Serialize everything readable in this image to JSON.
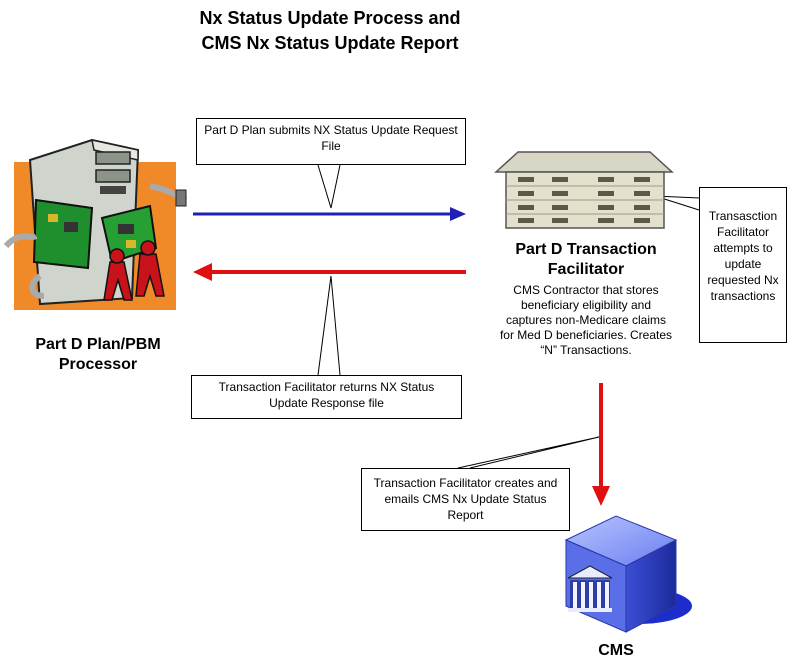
{
  "title": {
    "line1": "Nx Status Update Process and",
    "line2": "CMS Nx Status Update Report"
  },
  "nodes": {
    "plan": {
      "label_line1": "Part D Plan/PBM",
      "label_line2": "Processor"
    },
    "facilitator": {
      "label_line1": "Part D Transaction",
      "label_line2": "Facilitator",
      "description": "CMS Contractor that stores beneficiary eligibility and captures non-Medicare claims for Med D beneficiaries.  Creates “N” Transactions."
    },
    "cms": {
      "label": "CMS"
    }
  },
  "callouts": {
    "submit": "Part D Plan submits NX Status Update Request File",
    "response": "Transaction Facilitator returns NX Status Update Response file",
    "attempt": "Transasction Facilitator attempts to update requested Nx transactions",
    "report": "Transaction Facilitator creates and emails CMS Nx Update Status Report"
  },
  "colors": {
    "request_arrow": "#1f1fb4",
    "response_arrow": "#e01010",
    "report_arrow": "#e01010"
  }
}
